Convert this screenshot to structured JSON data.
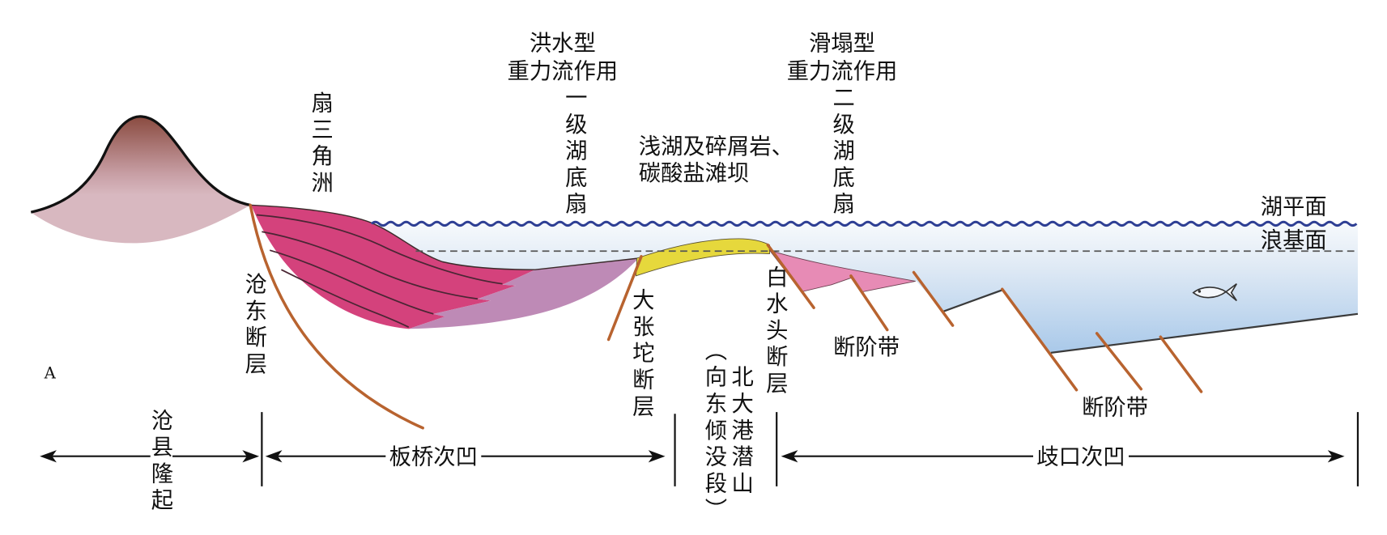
{
  "labels": {
    "flood_type": "洪水型",
    "gravity_flow_1": "重力流作用",
    "fan_1": "一级湖底扇",
    "slump_type": "滑塌型",
    "gravity_flow_2": "重力流作用",
    "fan_2": "二级湖底扇",
    "fan_delta": "扇三角洲",
    "shallow_lake_1": "浅湖及碎屑岩、",
    "shallow_lake_2": "碳酸盐滩坝",
    "lake_level": "湖平面",
    "wave_base": "浪基面",
    "cangdong_fault": "沧东断层",
    "dazhangtuo_fault": "大张坨断层",
    "baishuitou_fault": "白水头断层",
    "beidagang_hill": "北大港潜山",
    "beidagang_note": "（向东倾没段）",
    "step_zone_1": "断阶带",
    "step_zone_2": "断阶带",
    "panel_letter": "A"
  },
  "regions": {
    "cangxian_uplift": "沧县隆起",
    "banqiao_sag": "板桥次凹",
    "qikou_sag": "歧口次凹"
  },
  "icons": {
    "fish": "fish-icon"
  },
  "colors": {
    "uplift_top": "#8A4B40",
    "uplift_mid": "#C79EA4",
    "uplift_body": "#D8B8C0",
    "fan_delta": "#D4427C",
    "fan_1": "#BE8AB6",
    "shoal": "#E6D83C",
    "fan_2": "#E78BB5",
    "water_top": "#F6F9FC",
    "water_mid": "#E0EAF5",
    "water_deep": "#A3C5E8",
    "wave": "#2E3F94",
    "fault": "#B8632F",
    "floor": "#3A3A3A",
    "outline": "#111111"
  }
}
